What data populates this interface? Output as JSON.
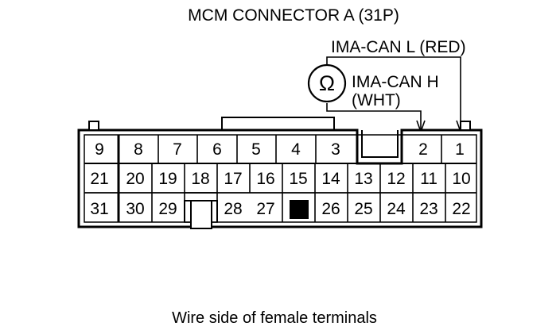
{
  "title": "MCM CONNECTOR A (31P)",
  "wire_low_label": "IMA-CAN L (RED)",
  "wire_high_label_line1": "IMA-CAN H",
  "wire_high_label_line2": "(WHT)",
  "meter_symbol": "Ω",
  "caption": "Wire side of female terminals",
  "pins": {
    "row1": [
      "9",
      "8",
      "7",
      "6",
      "5",
      "4",
      "3",
      "2",
      "1"
    ],
    "row2": [
      "21",
      "20",
      "19",
      "18",
      "17",
      "16",
      "15",
      "14",
      "13",
      "12",
      "11",
      "10"
    ],
    "row3": [
      "31",
      "30",
      "29",
      "28",
      "27",
      "26",
      "25",
      "24",
      "23",
      "22"
    ]
  },
  "icons": {
    "ohmmeter": "ohmmeter-icon",
    "key": "blocked-cavity"
  }
}
